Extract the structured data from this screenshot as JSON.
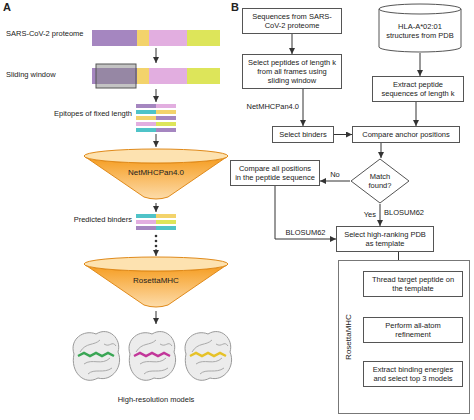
{
  "diagram": {
    "nodes": [
      {
        "text": [
          "NetMHCPan4.0"
        ]
      },
      {
        "text": [
          "RosettaMHC"
        ]
      },
      {
        "text": [
          "Sequences from SARS-CoV-2 proteome"
        ]
      },
      {
        "text": [
          "HLA-A*02:01 structures from PDB"
        ]
      },
      {
        "text": [
          "Select peptides of length k from all frames using sliding window"
        ]
      },
      {
        "text": [
          "Extract peptide sequences of length k"
        ]
      },
      {
        "text": [
          "Select binders"
        ]
      },
      {
        "text": [
          "Compare anchor positions"
        ]
      },
      {
        "text": [
          "Match found?"
        ]
      },
      {
        "text": [
          "Compare all positions in the peptide sequence"
        ]
      },
      {
        "text": [
          "Select high-ranking PDB as template"
        ]
      },
      {
        "text": [
          "RosettaMHC"
        ]
      },
      {
        "text": [
          "Thread target peptide on the template"
        ],
        "in": 11
      },
      {
        "text": [
          "Perform all-atom refinement"
        ],
        "in": 11
      },
      {
        "text": [
          "Extract binding energies and select top 3 models"
        ],
        "in": 11
      }
    ],
    "edges": [
      {
        "from": 2,
        "to": 4,
        "arrow": "to"
      },
      {
        "from": 3,
        "to": 5,
        "arrow": "to"
      },
      {
        "from": 4,
        "to": 6,
        "arrow": "to",
        "label": "NetMHCPan4.0"
      },
      {
        "from": 6,
        "to": 7,
        "arrow": "to"
      },
      {
        "from": 5,
        "to": 7,
        "arrow": "to"
      },
      {
        "from": 7,
        "to": 8,
        "arrow": "to"
      },
      {
        "from": 8,
        "to": 9,
        "arrow": "to",
        "label": "No"
      },
      {
        "from": 8,
        "to": 10,
        "arrow": "to",
        "label": "Yes"
      },
      {
        "from": 9,
        "to": 10,
        "arrow": "to",
        "label": "BLOSUM62"
      },
      {
        "from": 10,
        "to": 12,
        "arrow": "to"
      },
      {
        "from": 12,
        "to": 13,
        "arrow": "to"
      },
      {
        "from": 13,
        "to": 14,
        "arrow": "to"
      }
    ],
    "labels": [
      "A",
      "SARS-CoV-2 proteome",
      "Sliding window",
      "Epitopes of fixed length",
      "Predicted binders",
      "High-resolution models",
      "B",
      "BLOSUM62"
    ]
  }
}
